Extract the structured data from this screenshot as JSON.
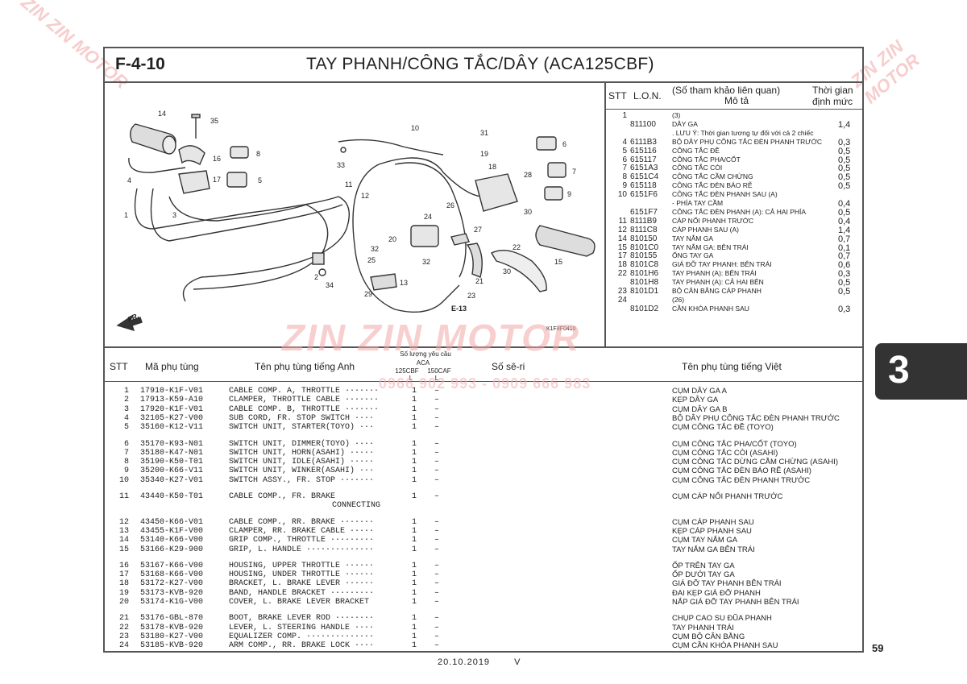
{
  "header": {
    "code": "F-4-10",
    "title": "TAY PHANH/CÔNG TẮC/DÂY (ACA125CBF)"
  },
  "watermark": {
    "brand": "ZIN ZIN MOTOR",
    "phone": "0966 902 993 - 0909 666 983"
  },
  "diagram": {
    "ref_code": "K1F8F0410",
    "ref_e13": "E-13",
    "fr_label": "FR.",
    "callouts": [
      "1",
      "2",
      "3",
      "4",
      "5",
      "6",
      "7",
      "8",
      "9",
      "10",
      "11",
      "12",
      "13",
      "14",
      "15",
      "16",
      "17",
      "18",
      "19",
      "20",
      "21",
      "22",
      "23",
      "24",
      "25",
      "26",
      "27",
      "28",
      "29",
      "30",
      "31",
      "32",
      "32",
      "33",
      "34",
      "35"
    ]
  },
  "ref_table": {
    "headers": {
      "stt": "STT",
      "lon": "L.O.N.",
      "desc": "(Số tham khảo liên quan)\nMô tả",
      "desc1": "(Số tham khảo liên quan)",
      "desc2": "Mô tả",
      "time1": "Thời gian",
      "time2": "định mức"
    },
    "rows": [
      {
        "stt": "1",
        "lon": "",
        "desc": "(3)",
        "val": ""
      },
      {
        "stt": "",
        "lon": "811100",
        "desc": "DÂY GA",
        "val": "1,4"
      },
      {
        "stt": "",
        "lon": "",
        "desc": ". LƯU Ý: Thời gian tương tự đối với cả 2 chiếc",
        "val": ""
      },
      {
        "stt": "4",
        "lon": "6111B3",
        "desc": "BỘ DÂY PHỤ CÔNG TẮC ĐÈN PHANH TRƯỚC",
        "val": "0,3"
      },
      {
        "stt": "5",
        "lon": "615116",
        "desc": "CÔNG TẮC ĐỀ",
        "val": "0,5"
      },
      {
        "stt": "6",
        "lon": "615117",
        "desc": "CÔNG TẮC PHA/CỐT",
        "val": "0,5"
      },
      {
        "stt": "7",
        "lon": "6151A3",
        "desc": "CÔNG TẮC CÒI",
        "val": "0,5"
      },
      {
        "stt": "8",
        "lon": "6151C4",
        "desc": "CÔNG TẮC CẦM CHỪNG",
        "val": "0,5"
      },
      {
        "stt": "9",
        "lon": "615118",
        "desc": "CÔNG TẮC ĐÈN BÁO RẼ",
        "val": "0,5"
      },
      {
        "stt": "10",
        "lon": "6151F6",
        "desc": "CÔNG TẮC ĐÈN PHANH SAU (A)",
        "val": ""
      },
      {
        "stt": "",
        "lon": "",
        "desc": "- PHÍA TAY CẦM",
        "val": "0,4"
      },
      {
        "stt": "",
        "lon": "6151F7",
        "desc": "CÔNG TẮC ĐÈN PHANH (A): CẢ HAI PHÍA",
        "val": "0,5"
      },
      {
        "stt": "11",
        "lon": "8111B9",
        "desc": "CÁP NỐI PHANH TRƯỚC",
        "val": "0,4"
      },
      {
        "stt": "12",
        "lon": "8111C8",
        "desc": "CÁP PHANH SAU (A)",
        "val": "1,4"
      },
      {
        "stt": "14",
        "lon": "810150",
        "desc": "TAY NẮM GA",
        "val": "0,7"
      },
      {
        "stt": "15",
        "lon": "8101C0",
        "desc": "TAY NẮM GA: BÊN TRÁI",
        "val": "0,1"
      },
      {
        "stt": "17",
        "lon": "810155",
        "desc": "ỐNG TAY GA",
        "val": "0,7"
      },
      {
        "stt": "18",
        "lon": "8101C8",
        "desc": "GIÁ ĐỠ TAY PHANH: BÊN TRÁI",
        "val": "0,6"
      },
      {
        "stt": "22",
        "lon": "8101H6",
        "desc": "TAY PHANH (A): BÊN TRÁI",
        "val": "0,3"
      },
      {
        "stt": "",
        "lon": "8101H8",
        "desc": "TAY PHANH (A): CẢ HAI BÊN",
        "val": "0,5"
      },
      {
        "stt": "23",
        "lon": "8101D1",
        "desc": "BỘ CÂN BẰNG CÁP PHANH",
        "val": "0,5"
      },
      {
        "stt": "24",
        "lon": "",
        "desc": "(26)",
        "val": ""
      },
      {
        "stt": "",
        "lon": "8101D2",
        "desc": "CẦN KHÓA PHANH SAU",
        "val": "0,3"
      }
    ]
  },
  "parts_table": {
    "headers": {
      "stt": "STT",
      "part_no": "Mã phụ tùng",
      "name_en": "Tên phụ tùng tiếng Anh",
      "qty_title": "Số lượng yêu cầu",
      "qty_model": "ACA",
      "qty_col1": "125CBF",
      "qty_col2": "150CAF",
      "qty_l": "L",
      "serial": "Số sê-ri",
      "name_vi": "Tên phụ tùng tiếng Việt"
    },
    "rows": [
      {
        "stt": "1",
        "part_no": "17910-K1F-V01",
        "name_en": "CABLE COMP. A, THROTTLE ·······",
        "q1": "1",
        "q2": "–",
        "name_vi": "CỤM DÂY GA A"
      },
      {
        "stt": "2",
        "part_no": "17913-K59-A10",
        "name_en": "CLAMPER, THROTTLE CABLE ·······",
        "q1": "1",
        "q2": "–",
        "name_vi": "KẸP DÂY GA"
      },
      {
        "stt": "3",
        "part_no": "17920-K1F-V01",
        "name_en": "CABLE COMP. B, THROTTLE ·······",
        "q1": "1",
        "q2": "–",
        "name_vi": "CỤM DÂY GA B"
      },
      {
        "stt": "4",
        "part_no": "32105-K27-V00",
        "name_en": "SUB CORD, FR. STOP SWITCH ····",
        "q1": "1",
        "q2": "–",
        "name_vi": "BỘ DÂY PHỤ CÔNG TẮC ĐÈN PHANH TRƯỚC"
      },
      {
        "stt": "5",
        "part_no": "35160-K12-V11",
        "name_en": "SWITCH UNIT, STARTER(TOYO) ···",
        "q1": "1",
        "q2": "–",
        "name_vi": "CỤM CÔNG TẮC ĐỀ (TOYO)"
      },
      {
        "stt": "6",
        "part_no": "35170-K93-N01",
        "name_en": "SWITCH UNIT, DIMMER(TOYO) ····",
        "q1": "1",
        "q2": "–",
        "name_vi": "CỤM CÔNG TẮC PHA/CỐT (TOYO)"
      },
      {
        "stt": "7",
        "part_no": "35180-K47-N01",
        "name_en": "SWITCH UNIT, HORN(ASAHI) ·····",
        "q1": "1",
        "q2": "–",
        "name_vi": "CỤM CÔNG TẮC CÒI (ASAHI)"
      },
      {
        "stt": "8",
        "part_no": "35190-K50-T01",
        "name_en": "SWITCH UNIT, IDLE(ASAHI) ·····",
        "q1": "1",
        "q2": "–",
        "name_vi": "CỤM CÔNG TẮC DỪNG CẦM CHỪNG (ASAHI)"
      },
      {
        "stt": "9",
        "part_no": "35200-K66-V11",
        "name_en": "SWITCH UNIT, WINKER(ASAHI) ···",
        "q1": "1",
        "q2": "–",
        "name_vi": "CỤM CÔNG TẮC ĐÈN BÁO RẼ (ASAHI)"
      },
      {
        "stt": "10",
        "part_no": "35340-K27-V01",
        "name_en": "SWITCH ASSY., FR. STOP ·······",
        "q1": "1",
        "q2": "–",
        "name_vi": "CỤM CÔNG TẮC ĐÈN PHANH TRƯỚC"
      },
      {
        "stt": "11",
        "part_no": "43440-K50-T01",
        "name_en": "CABLE COMP., FR. BRAKE",
        "name_en2": "CONNECTING",
        "q1": "1",
        "q2": "–",
        "name_vi": "CỤM CÁP NỐI PHANH TRƯỚC"
      },
      {
        "stt": "12",
        "part_no": "43450-K66-V01",
        "name_en": "CABLE COMP., RR. BRAKE ·······",
        "q1": "1",
        "q2": "–",
        "name_vi": "CỤM CÁP PHANH SAU"
      },
      {
        "stt": "13",
        "part_no": "43455-K1F-V00",
        "name_en": "CLAMPER, RR. BRAKE CABLE ·····",
        "q1": "1",
        "q2": "–",
        "name_vi": "KẸP CÁP PHANH SAU"
      },
      {
        "stt": "14",
        "part_no": "53140-K66-V00",
        "name_en": "GRIP COMP., THROTTLE ·········",
        "q1": "1",
        "q2": "–",
        "name_vi": "CỤM TAY NẮM GA"
      },
      {
        "stt": "15",
        "part_no": "53166-K29-900",
        "name_en": "GRIP, L. HANDLE ··············",
        "q1": "1",
        "q2": "–",
        "name_vi": "TAY NẮM GA BÊN TRÁI"
      },
      {
        "stt": "16",
        "part_no": "53167-K66-V00",
        "name_en": "HOUSING, UPPER THROTTLE ······",
        "q1": "1",
        "q2": "–",
        "name_vi": "ỐP TRÊN TAY GA"
      },
      {
        "stt": "17",
        "part_no": "53168-K66-V00",
        "name_en": "HOUSING, UNDER THROTTLE ······",
        "q1": "1",
        "q2": "–",
        "name_vi": "ỐP DƯỚI TAY GA"
      },
      {
        "stt": "18",
        "part_no": "53172-K27-V00",
        "name_en": "BRACKET, L. BRAKE LEVER ······",
        "q1": "1",
        "q2": "–",
        "name_vi": "GIÁ ĐỠ TAY PHANH BÊN TRÁI"
      },
      {
        "stt": "19",
        "part_no": "53173-KVB-920",
        "name_en": "BAND, HANDLE BRACKET ·········",
        "q1": "1",
        "q2": "–",
        "name_vi": "ĐAI KẸP GIÁ ĐỠ PHANH"
      },
      {
        "stt": "20",
        "part_no": "53174-K1G-V00",
        "name_en": "COVER, L. BRAKE LEVER BRACKET",
        "q1": "1",
        "q2": "–",
        "name_vi": "NẮP GIÁ ĐỠ TAY PHANH BÊN TRÁI"
      },
      {
        "stt": "21",
        "part_no": "53176-GBL-870",
        "name_en": "BOOT, BRAKE LEVER ROD ········",
        "q1": "1",
        "q2": "–",
        "name_vi": "CHỤP CAO SU ĐŨA PHANH"
      },
      {
        "stt": "22",
        "part_no": "53178-KVB-920",
        "name_en": "LEVER, L. STEERING HANDLE ····",
        "q1": "1",
        "q2": "–",
        "name_vi": "TAY PHANH TRÁI"
      },
      {
        "stt": "23",
        "part_no": "53180-K27-V00",
        "name_en": "EQUALIZER COMP. ··············",
        "q1": "1",
        "q2": "–",
        "name_vi": "CỤM BỘ CÂN BẰNG"
      },
      {
        "stt": "24",
        "part_no": "53185-KVB-920",
        "name_en": "ARM COMP., RR. BRAKE LOCK ····",
        "q1": "1",
        "q2": "–",
        "name_vi": "CỤM CẦN KHÓA PHANH SAU"
      }
    ]
  },
  "side_tab": {
    "label": "3"
  },
  "page_number": "59",
  "footer": {
    "date": "20.10.2019",
    "mark": "V"
  }
}
